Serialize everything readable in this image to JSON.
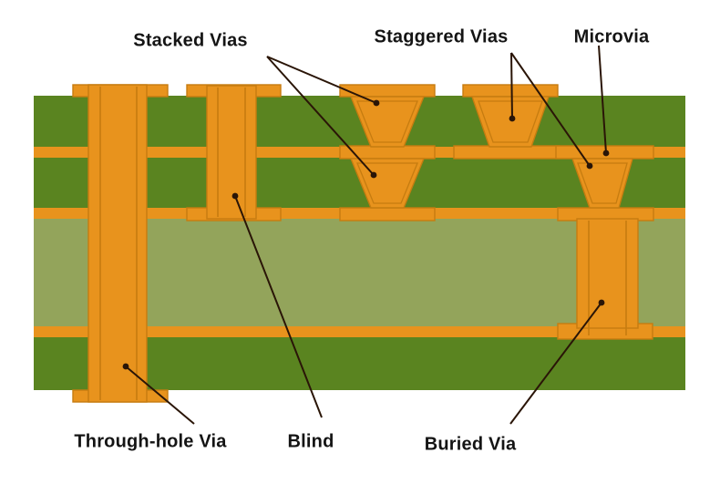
{
  "diagram": {
    "type": "pcb-via-types-cross-section",
    "callouts": {
      "stacked": "Stacked Vias",
      "staggered": "Staggered Vias",
      "microvia": "Microvia",
      "through_hole": "Through-hole Via",
      "blind": "Blind",
      "buried": "Buried Via"
    }
  },
  "colors": {
    "background": "#ffffff",
    "copper": "#e8931d",
    "copper-outline": "#c67c10",
    "outer-green": "#5a8420",
    "core-green": "#93a45b",
    "arrow": "#2a1507",
    "text": "#141414"
  }
}
